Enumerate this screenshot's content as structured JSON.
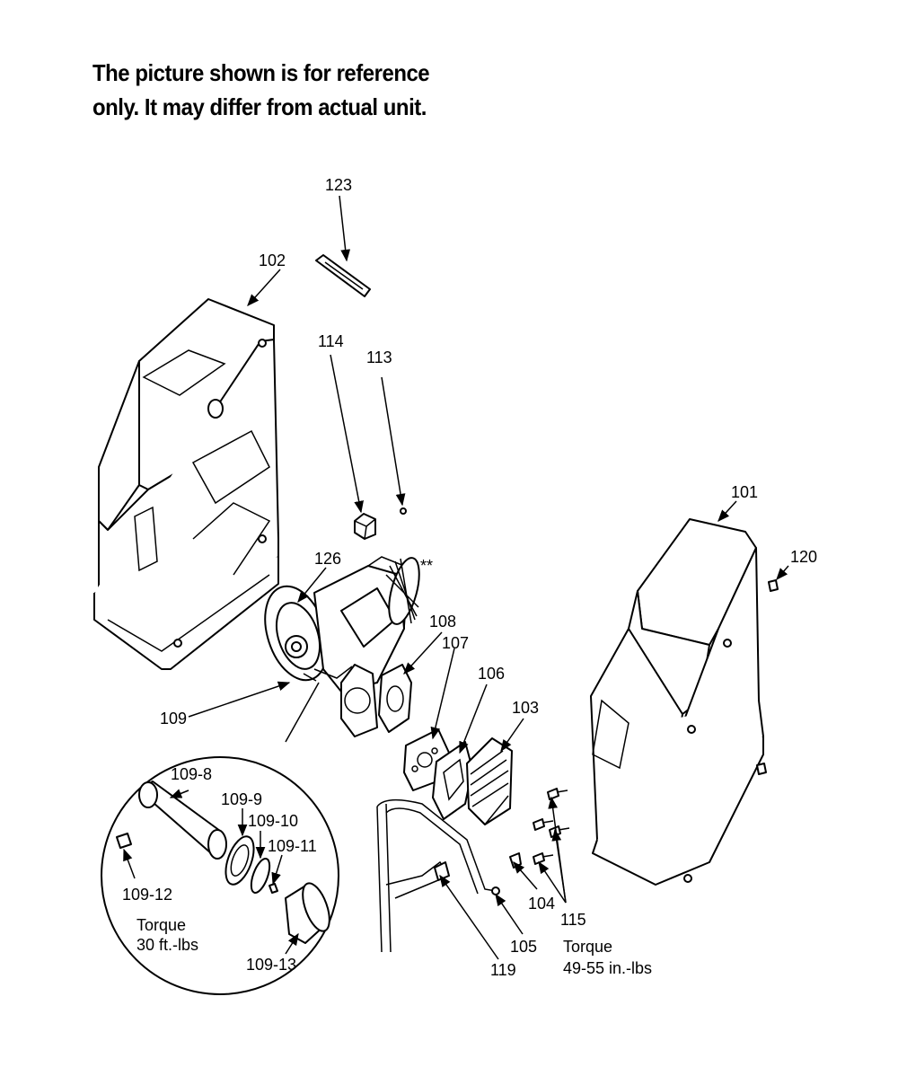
{
  "note": {
    "line1": "The picture shown is for reference",
    "line2": "only. It may differ from actual unit."
  },
  "callouts": {
    "p101": "101",
    "p102": "102",
    "p103": "103",
    "p104": "104",
    "p105": "105",
    "p106": "106",
    "p107": "107",
    "p108": "108",
    "p109": "109",
    "p113": "113",
    "p114": "114",
    "p115": "115",
    "p119": "119",
    "p120": "120",
    "p123": "123",
    "p126": "126",
    "star": "**",
    "p109_8": "109-8",
    "p109_9": "109-9",
    "p109_10": "109-10",
    "p109_11": "109-11",
    "p109_12": "109-12",
    "p109_13": "109-13"
  },
  "torque": {
    "rod_label": "Torque",
    "rod_value": "30 ft.-lbs",
    "head_label": "Torque",
    "head_value": "49-55 in.-lbs"
  }
}
